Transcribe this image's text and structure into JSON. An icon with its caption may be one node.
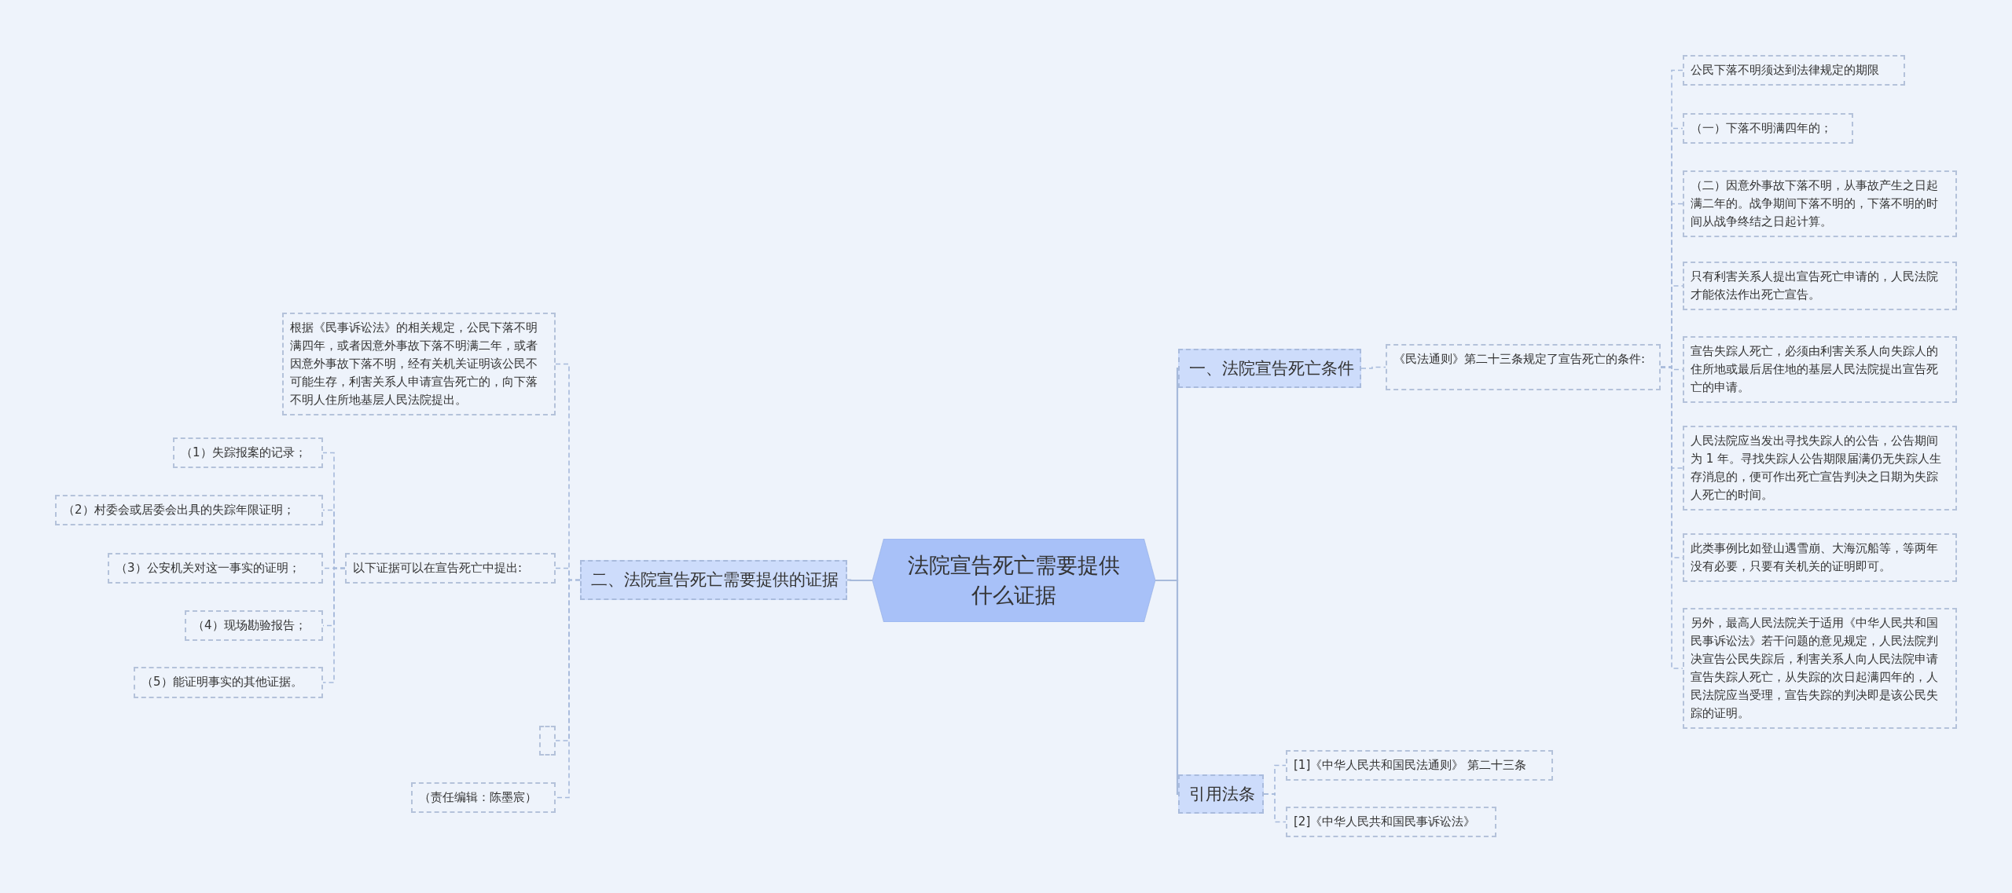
{
  "diagram": {
    "nodes": [
      {
        "text": [
          "法院宣告死亡需要提供什么证据"
        ]
      },
      {
        "text": [
          "二、法院宣告死亡需要提供的证据"
        ]
      },
      {
        "text": [
          "根据《民事诉讼法》的相关规定，公民下落不明满四年，或者因意外事故下落不明满二年，或者因意外事故下落不明，经有关机关证明该公民不可能生存，利害关系人申请宣告死亡的，向下落不明人住所地基层人民法院提出。"
        ]
      },
      {
        "text": [
          "以下证据可以在宣告死亡中提出:"
        ]
      },
      {
        "text": [
          "（1）失踪报案的记录；"
        ]
      },
      {
        "text": [
          "（2）村委会或居委会出具的失踪年限证明；"
        ]
      },
      {
        "text": [
          "（3）公安机关对这一事实的证明；"
        ]
      },
      {
        "text": [
          "（4）现场勘验报告；"
        ]
      },
      {
        "text": [
          "（5）能证明事实的其他证据。"
        ]
      },
      {
        "text": [],
        "shape": "box"
      },
      {
        "text": [
          "（责任编辑：陈墨宸）"
        ]
      },
      {
        "text": [
          "一、法院宣告死亡条件"
        ]
      },
      {
        "text": [
          "《民法通则》第二十三条规定了宣告死亡的条件:"
        ]
      },
      {
        "text": [
          "公民下落不明须达到法律规定的期限"
        ]
      },
      {
        "text": [
          "（一）下落不明满四年的；"
        ]
      },
      {
        "text": [
          "（二）因意外事故下落不明，从事故产生之日起满二年的。战争期间下落不明的，下落不明的时间从战争终结之日起计算。"
        ]
      },
      {
        "text": [
          "只有利害关系人提出宣告死亡申请的，人民法院才能依法作出死亡宣告。"
        ]
      },
      {
        "text": [
          "宣告失踪人死亡，必须由利害关系人向失踪人的住所地或最后居住地的基层人民法院提出宣告死亡的申请。"
        ]
      },
      {
        "text": [
          "人民法院应当发出寻找失踪人的公告，公告期间为 1 年。寻找失踪人公告期限届满仍无失踪人生存消息的，便可作出死亡宣告判决之日期为失踪人死亡的时间。"
        ]
      },
      {
        "text": [
          "此类事例比如登山遇雪崩、大海沉船等，等两年没有必要，只要有关机关的证明即可。"
        ]
      },
      {
        "text": [
          "另外，最高人民法院关于适用《中华人民共和国民事诉讼法》若干问题的意见规定，人民法院判决宣告公民失踪后，利害关系人向人民法院申请宣告失踪人死亡，从失踪的次日起满四年的，人民法院应当受理，宣告失踪的判决即是该公民失踪的证明。"
        ]
      },
      {
        "text": [
          "引用法条"
        ]
      },
      {
        "text": [
          "[1]《中华人民共和国民法通则》 第二十三条"
        ]
      },
      {
        "text": [
          "[2]《中华人民共和国民事诉讼法》"
        ]
      }
    ],
    "edges": [
      {
        "from": 0,
        "to": 1,
        "arrow": "none"
      },
      {
        "from": 1,
        "to": 2,
        "arrow": "none",
        "style": "dashed"
      },
      {
        "from": 1,
        "to": 3,
        "arrow": "none",
        "style": "dashed"
      },
      {
        "from": 3,
        "to": 4,
        "arrow": "none",
        "style": "dashed"
      },
      {
        "from": 3,
        "to": 5,
        "arrow": "none",
        "style": "dashed"
      },
      {
        "from": 3,
        "to": 6,
        "arrow": "none",
        "style": "dashed"
      },
      {
        "from": 3,
        "to": 7,
        "arrow": "none",
        "style": "dashed"
      },
      {
        "from": 3,
        "to": 8,
        "arrow": "none",
        "style": "dashed"
      },
      {
        "from": 1,
        "to": 9,
        "arrow": "none",
        "style": "dashed"
      },
      {
        "from": 1,
        "to": 10,
        "arrow": "none",
        "style": "dashed"
      },
      {
        "from": 0,
        "to": 11,
        "arrow": "none"
      },
      {
        "from": 11,
        "to": 12,
        "arrow": "none",
        "style": "dashed"
      },
      {
        "from": 12,
        "to": 13,
        "arrow": "none",
        "style": "dashed"
      },
      {
        "from": 12,
        "to": 14,
        "arrow": "none",
        "style": "dashed"
      },
      {
        "from": 12,
        "to": 15,
        "arrow": "none",
        "style": "dashed"
      },
      {
        "from": 12,
        "to": 16,
        "arrow": "none",
        "style": "dashed"
      },
      {
        "from": 12,
        "to": 17,
        "arrow": "none",
        "style": "dashed"
      },
      {
        "from": 12,
        "to": 18,
        "arrow": "none",
        "style": "dashed"
      },
      {
        "from": 12,
        "to": 19,
        "arrow": "none",
        "style": "dashed"
      },
      {
        "from": 12,
        "to": 20,
        "arrow": "none",
        "style": "dashed"
      },
      {
        "from": 0,
        "to": 21,
        "arrow": "none"
      },
      {
        "from": 21,
        "to": 22,
        "arrow": "none",
        "style": "dashed"
      },
      {
        "from": 21,
        "to": 23,
        "arrow": "none",
        "style": "dashed"
      }
    ]
  }
}
